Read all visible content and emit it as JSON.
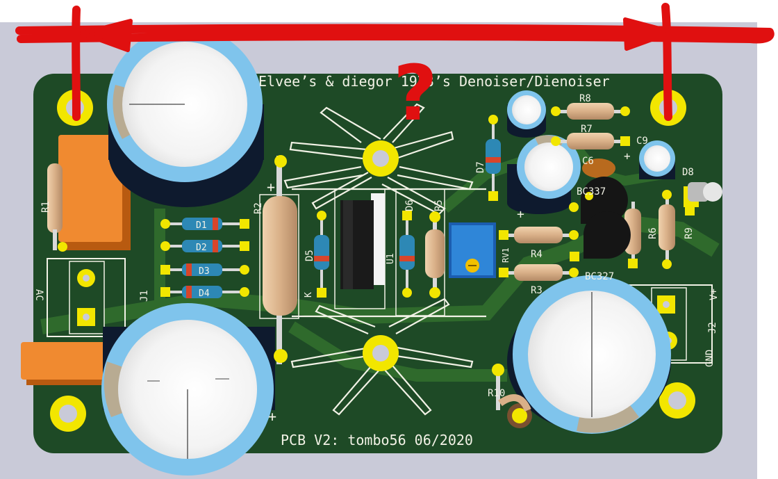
{
  "board": {
    "title": "Elvee’s & diegor 1973’s Denoiser/Dienoiser",
    "footer": "PCB V2: tombo56 06/2020"
  },
  "annotation": {
    "mark": "?"
  },
  "labels": {
    "r1": "R1",
    "r2": "R2",
    "r3": "R3",
    "r4": "R4",
    "r5": "R5",
    "r6": "R6",
    "r7": "R7",
    "r8": "R8",
    "r9": "R9",
    "r10": "R10",
    "d1": "D1",
    "d2": "D2",
    "d3": "D3",
    "d4": "D4",
    "d5": "D5",
    "d6": "D6",
    "d7": "D7",
    "d8": "D8",
    "c6": "C6",
    "c9": "C9",
    "j1": "J1",
    "j2": "J2",
    "ac": "AC",
    "vplus": "V+",
    "gnd": "GND",
    "bc337": "BC337",
    "bc327": "BC327",
    "k": "K",
    "u1": "U1",
    "rv1": "RV1"
  },
  "colors": {
    "page": "#ffffff",
    "backdrop": "#c9cad8",
    "pcb": "#1e4a26",
    "trace": "#2f6a2c",
    "pad": "#f2e600",
    "silk": "#f2f2e6",
    "ink": "#e01010"
  }
}
